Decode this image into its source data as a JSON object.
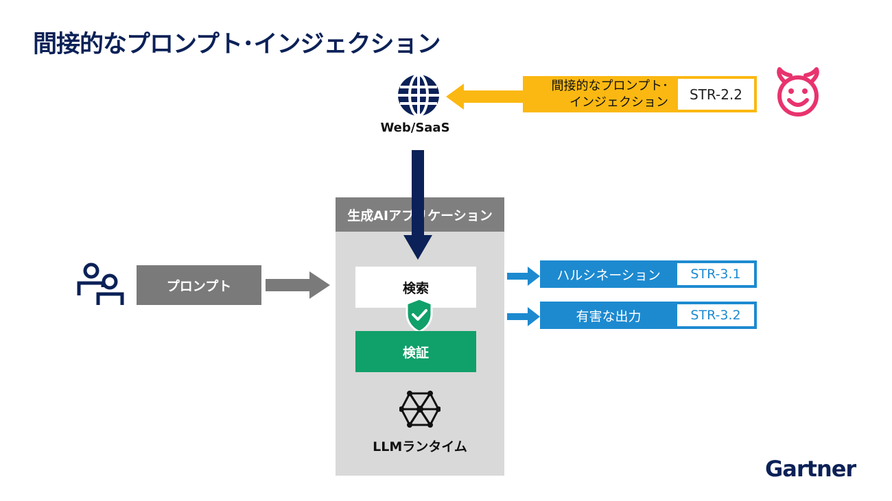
{
  "slide": {
    "title": "間接的なプロンプト･インジェクション"
  },
  "web": {
    "label": "Web/SaaS",
    "icon": "globe-icon"
  },
  "attack": {
    "label_line1": "間接的なプロンプト･",
    "label_line2": "インジェクション",
    "code": "STR-2.2",
    "actor_icon": "devil-face-icon",
    "color": "#fbb812"
  },
  "app": {
    "header": "生成AIアプリケーション",
    "search_label": "検索",
    "verify_label": "検証",
    "verify_color": "#10a06a",
    "shield_icon": "shield-check-icon",
    "runtime_icon": "neural-network-icon",
    "runtime_label": "LLMランタイム"
  },
  "user": {
    "icon": "users-icon",
    "prompt_label": "プロンプト"
  },
  "outputs": [
    {
      "label": "ハルシネーション",
      "code": "STR-3.1"
    },
    {
      "label": "有害な出力",
      "code": "STR-3.2"
    }
  ],
  "colors": {
    "navy": "#0b2157",
    "output_blue": "#1d8ad0",
    "devil_pink": "#e8336e"
  },
  "logo": {
    "text": "Gartner"
  }
}
